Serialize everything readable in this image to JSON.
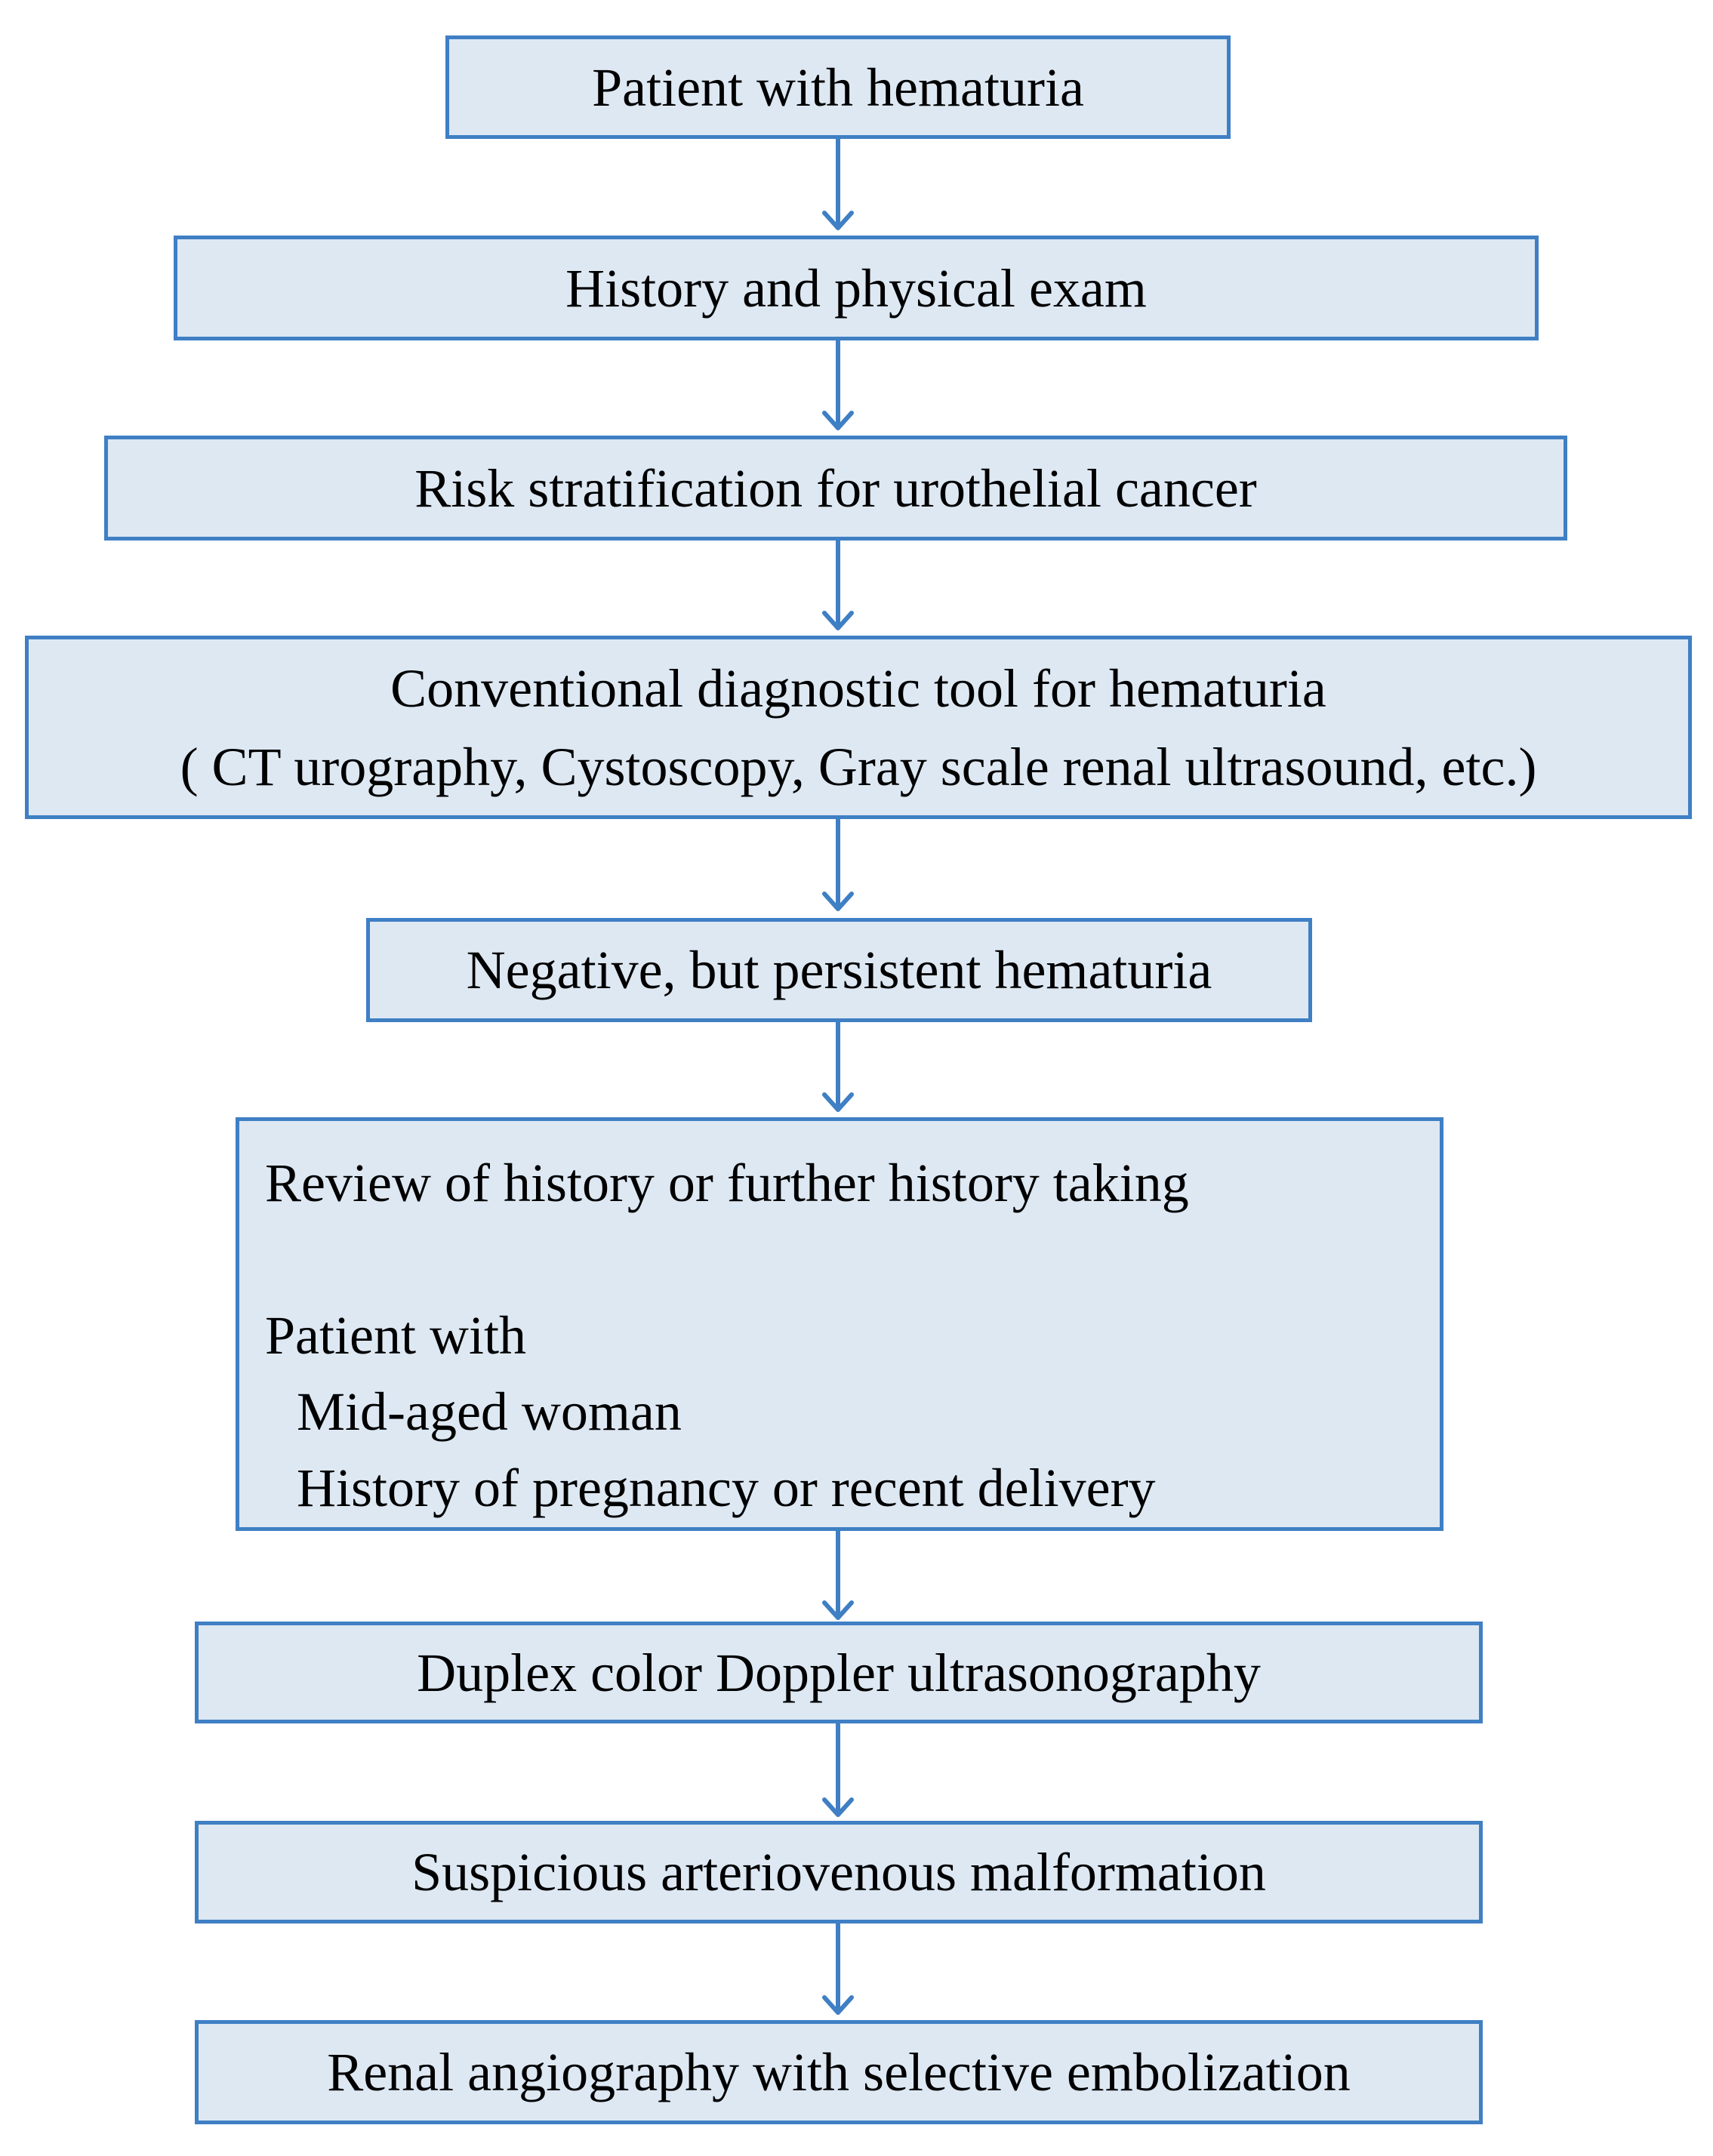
{
  "flowchart": {
    "colors": {
      "box_fill": "#dde8f3",
      "box_border": "#3f7fc4",
      "arrow": "#3f7fc4",
      "text": "#000000"
    },
    "steps": [
      {
        "id": "patient",
        "label": "Patient with hematuria"
      },
      {
        "id": "history",
        "label": "History and physical exam"
      },
      {
        "id": "risk",
        "label": "Risk stratification for urothelial cancer"
      },
      {
        "id": "conventional",
        "line1": "Conventional diagnostic tool for hematuria",
        "line2": "( CT urography, Cystoscopy, Gray scale renal ultrasound, etc.)"
      },
      {
        "id": "negative",
        "label": "Negative, but persistent hematuria"
      },
      {
        "id": "review",
        "line1": "Review of history or further history taking",
        "line2": "Patient with",
        "line3": "Mid-aged woman",
        "line4": "History of pregnancy or recent delivery"
      },
      {
        "id": "doppler",
        "label": "Duplex color Doppler ultrasonography"
      },
      {
        "id": "avm",
        "label": "Suspicious arteriovenous malformation"
      },
      {
        "id": "angio",
        "label": "Renal angiography with selective embolization"
      }
    ]
  }
}
